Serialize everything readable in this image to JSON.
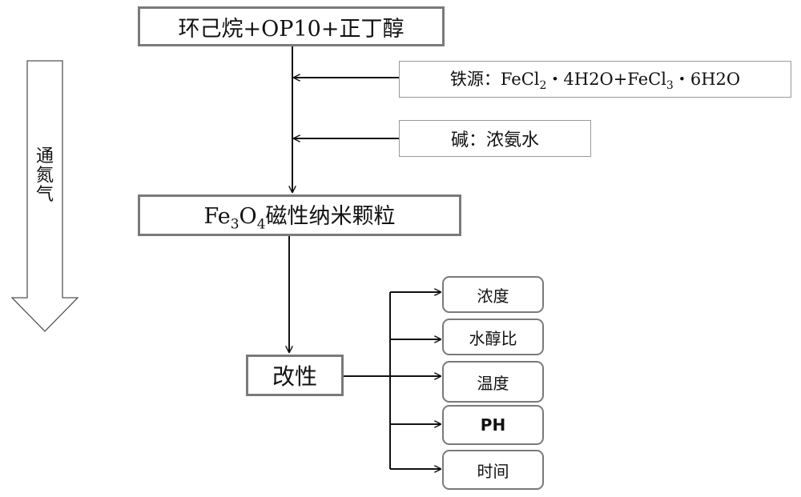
{
  "left_arrow_label": [
    "通",
    "氮",
    "气"
  ],
  "solvent_box": "环己烷+OP10+正丁醇",
  "iron_source": {
    "prefix": "铁源：FeCl",
    "sub1": "2",
    "mid": "・4H2O+FeCl",
    "sub2": "3",
    "suffix": "・6H2O"
  },
  "base_box": "碱：浓氨水",
  "nanoparticle_box": {
    "prefix": "Fe",
    "sub1": "3",
    "mid": "O",
    "sub2": "4",
    "suffix": "磁性纳米颗粒"
  },
  "modify_box": "改性",
  "parameters": [
    "浓度",
    "水醇比",
    "温度",
    "PH",
    "时间"
  ]
}
